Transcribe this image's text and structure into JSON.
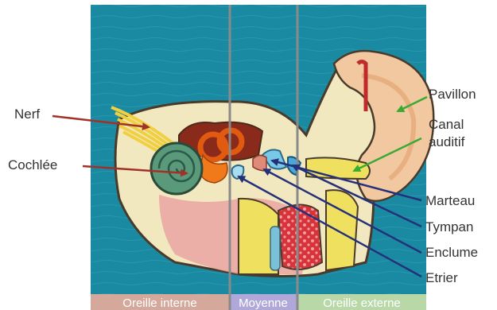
{
  "colors": {
    "background": "#1a8aa2",
    "zone_inner": "#d4a89a",
    "zone_middle": "#b0a8d8",
    "zone_outer": "#b8d8a8",
    "divider": "#8a8a8a",
    "arrow_red": "#a0322a",
    "arrow_green": "#3aaa35",
    "arrow_blue": "#24307a"
  },
  "labels": {
    "nerf": "Nerf",
    "cochlee": "Cochlée",
    "pavillon": "Pavillon",
    "canal_line1": "Canal",
    "canal_line2": "auditif",
    "marteau": "Marteau",
    "tympan": "Tympan",
    "enclume": "Enclume",
    "etrier": "Etrier"
  },
  "zones": {
    "inner": "Oreille interne",
    "middle": "Moyenne",
    "outer": "Oreille externe"
  },
  "icons": [
    "nerve-icon",
    "cochlea-icon",
    "pinna-icon",
    "ear-canal-icon",
    "malleus-icon",
    "eardrum-icon",
    "incus-icon",
    "stapes-icon"
  ]
}
